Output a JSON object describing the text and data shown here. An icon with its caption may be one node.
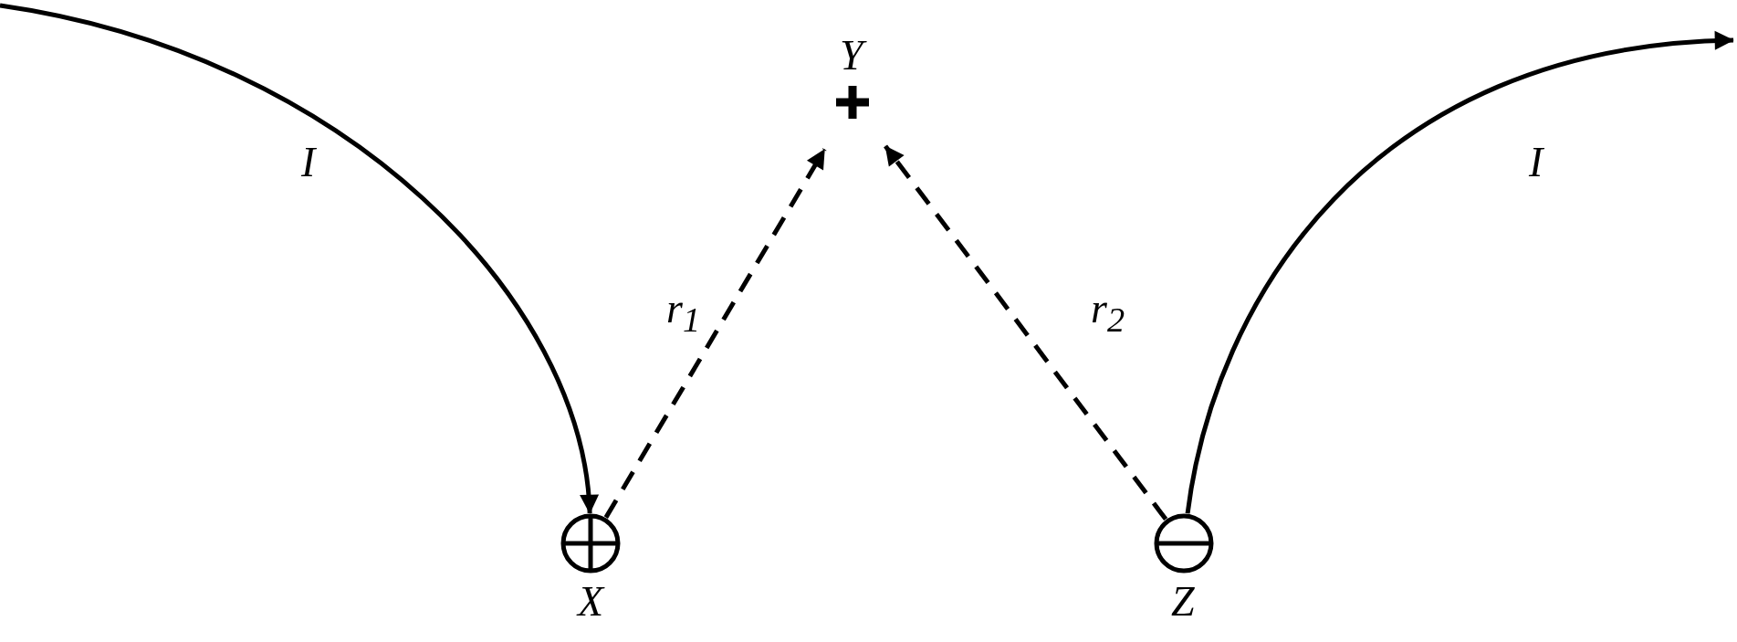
{
  "diagram": {
    "nodes": [
      {
        "text": [
          "X"
        ]
      },
      {
        "text": [
          "Y"
        ]
      },
      {
        "text": [
          "Z"
        ]
      }
    ],
    "edges": [
      {
        "from": null,
        "to": 0,
        "arrow": "to",
        "label": "I"
      },
      {
        "from": 0,
        "to": 1,
        "arrow": "to",
        "style": "dashed",
        "label": "r$_{1}$"
      },
      {
        "from": 2,
        "to": 1,
        "arrow": "to",
        "style": "dashed",
        "label": "r$_{2}$"
      },
      {
        "from": 2,
        "to": null,
        "arrow": "to",
        "label": "I"
      }
    ]
  }
}
